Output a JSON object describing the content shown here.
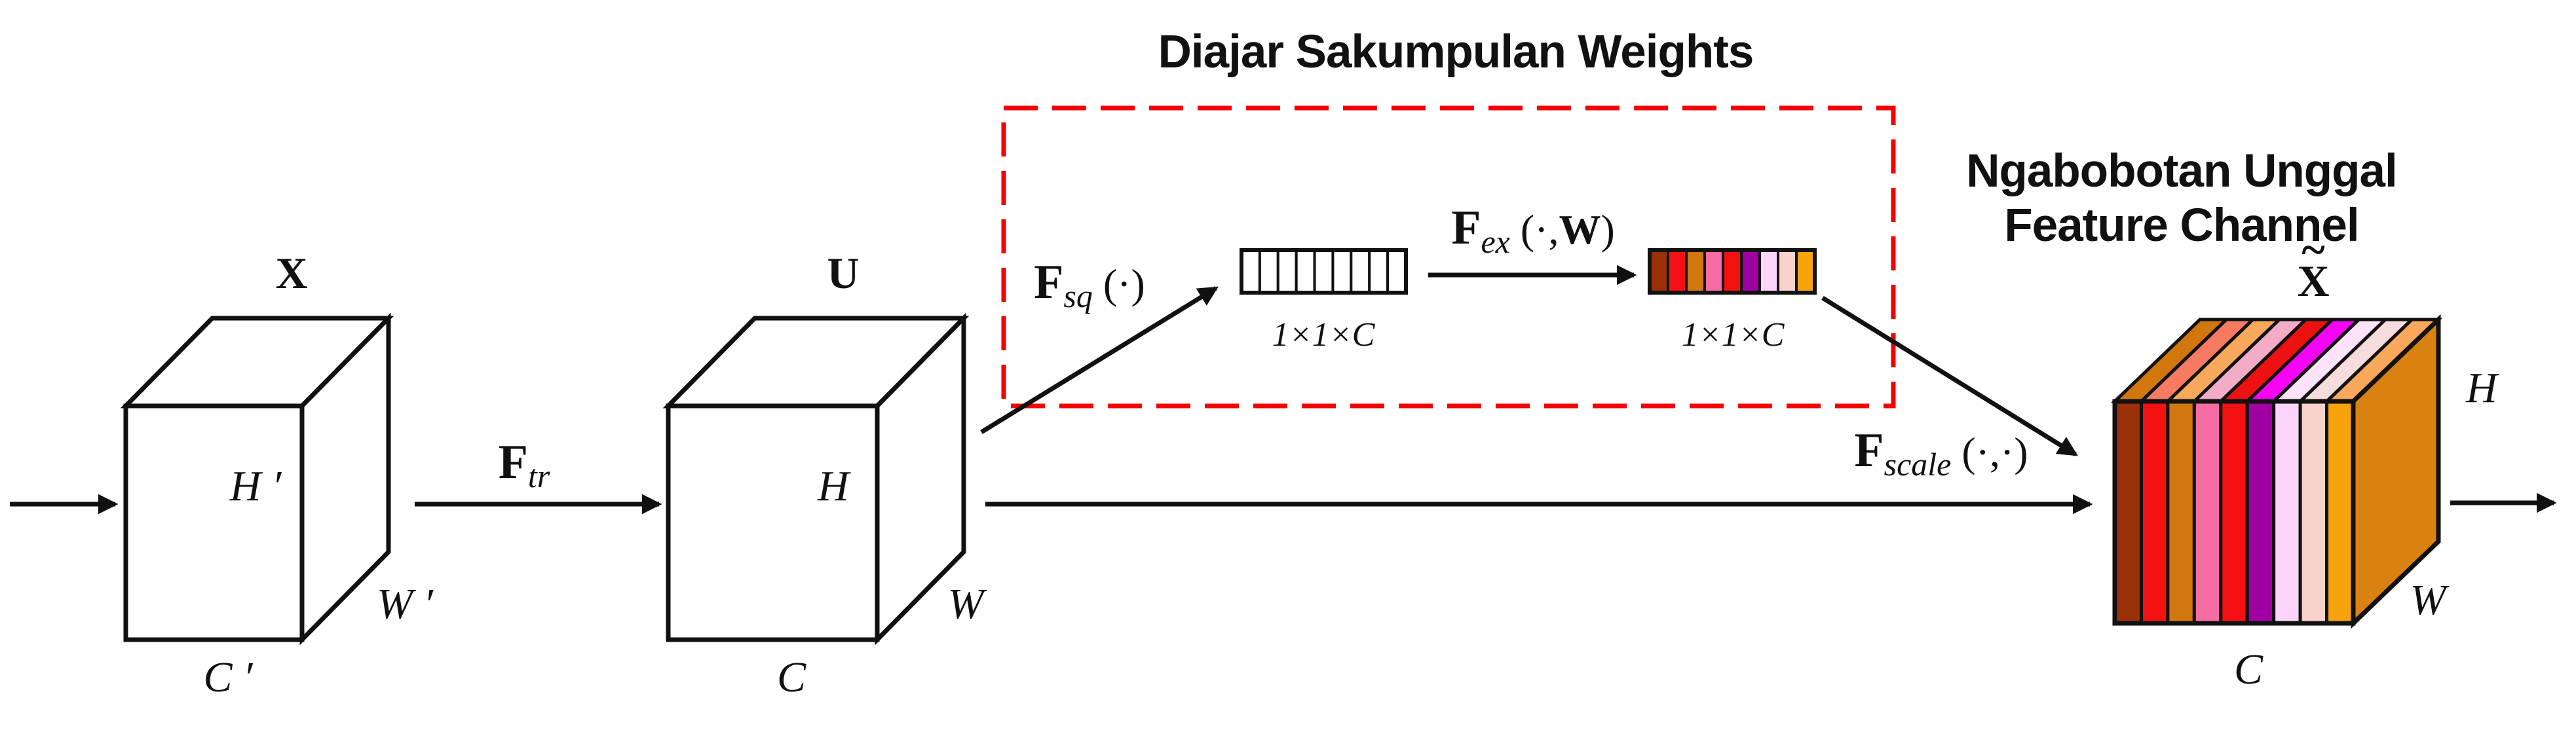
{
  "figure_title": "Diajar Sakumpulan Weights",
  "right_caption": {
    "line1": "Ngabobotan Unggal",
    "line2": "Feature Channel"
  },
  "tensors": {
    "input": {
      "name": "X",
      "height": "H ′",
      "width": "W ′",
      "channels": "C ′"
    },
    "transformed": {
      "name": "U",
      "height": "H",
      "width": "W",
      "channels": "C"
    },
    "output": {
      "name": "X",
      "tilde": "~",
      "height": "H",
      "width": "W",
      "channels": "C"
    }
  },
  "transforms": {
    "f_tr": {
      "f": "F",
      "sub": "tr"
    },
    "f_sq": {
      "f": "F",
      "sub": "sq",
      "args": " (·)"
    },
    "f_ex": {
      "f": "F",
      "sub": "ex",
      "args_open": " (·,",
      "weight": "W",
      "args_close": ")"
    },
    "f_scale": {
      "f": "F",
      "sub": "scale",
      "args": " (·,·)"
    }
  },
  "descriptors": {
    "squeeze_size": "1×1×C",
    "excite_size": "1×1×C"
  },
  "channels": {
    "count": 9,
    "squeeze_fill": "#FFFFFF",
    "excitation_colors": [
      "#993007",
      "#F31111",
      "#D1770E",
      "#F56CA2",
      "#F31111",
      "#A100A1",
      "#FBD5F9",
      "#F8D2CD",
      "#F8A30C"
    ],
    "output_top_colors": [
      "#D1770E",
      "#F87B61",
      "#F9A85C",
      "#F2ACC6",
      "#EE1111",
      "#F403F4",
      "#FCE3FA",
      "#F6DCDC",
      "#F9A85C"
    ],
    "output_side_color": "#D98212"
  },
  "colors": {
    "accent_red": "#F50000",
    "line": "#111111"
  }
}
